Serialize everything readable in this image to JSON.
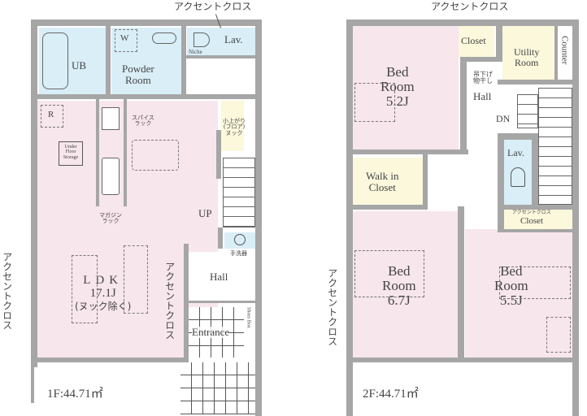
{
  "floor1": {
    "area_label": "1F:44.71㎡",
    "accent_cross_top": "アクセントクロス",
    "accent_cross_left": "アクセントクロス",
    "accent_cross_mid": "アクセントクロス",
    "rooms": {
      "ub": "UB",
      "powder_room_line1": "Powder",
      "powder_room_line2": "Room",
      "washer": "W",
      "lav": "Lav.",
      "niche": "Niche",
      "refrigerator": "R",
      "under_floor_storage": "Under Floor Storage",
      "spice_rack_line1": "スパイス",
      "spice_rack_line2": "ラック",
      "magazine_rack_line1": "マガジン",
      "magazine_rack_line2": "ラック",
      "nook_line1": "小上がり",
      "nook_line2": "(フロア)",
      "nook_line3": "ヌック",
      "up": "UP",
      "ldk_line1": "LDK",
      "ldk_line2": "17.1J",
      "ldk_line3": "(ヌック除く)",
      "hand_wash": "手洗器",
      "hall": "Hall",
      "entrance": "Entrance",
      "shoes_box": "Shoes Box"
    }
  },
  "floor2": {
    "area_label": "2F:44.71㎡",
    "accent_cross_top": "アクセントクロス",
    "accent_cross_left": "アクセントクロス",
    "accent_cross_closet": "アクセントクロス",
    "rooms": {
      "bed1_line1": "Bed",
      "bed1_line2": "Room",
      "bed1_line3": "5.2J",
      "closet_top": "Closet",
      "utility_line1": "Utility",
      "utility_line2": "Room",
      "counter": "Counter",
      "drying_line1": "吊下げ",
      "drying_line2": "物干し",
      "hall": "Hall",
      "dn": "DN",
      "lav": "Lav.",
      "wic_line1": "Walk in",
      "wic_line2": "Closet",
      "closet_bottom": "Closet",
      "bed2_line1": "Bed",
      "bed2_line2": "Room",
      "bed2_line3": "6.7J",
      "bed3_line1": "Bed",
      "bed3_line2": "Room",
      "bed3_line3": "5.5J"
    }
  },
  "colors": {
    "wall": "#a6a6a6",
    "living_pink": "#f7e6ec",
    "wet_blue": "#d9eef7",
    "storage_yellow": "#fbf8dc"
  }
}
